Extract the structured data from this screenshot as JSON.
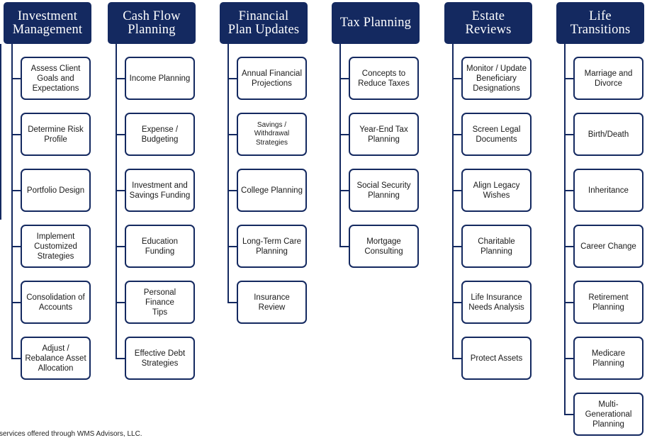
{
  "columns": [
    {
      "title": "Investment\nManagement",
      "items": [
        "Assess Client\nGoals and\nExpectations",
        "Determine Risk\nProfile",
        "Portfolio Design",
        "Implement\nCustomized\nStrategies",
        "Consolidation of\nAccounts",
        "Adjust /\nRebalance Asset\nAllocation"
      ]
    },
    {
      "title": "Cash Flow\nPlanning",
      "items": [
        "Income Planning",
        "Expense /\nBudgeting",
        "Investment and\nSavings Funding",
        "Education\nFunding",
        "Personal Finance\nTips",
        "Effective Debt\nStrategies"
      ]
    },
    {
      "title": "Financial\nPlan Updates",
      "items": [
        "Annual Financial\nProjections",
        "Savings /\nWithdrawal\nStrategies",
        "College Planning",
        "Long-Term Care\nPlanning",
        "Insurance Review"
      ]
    },
    {
      "title": "Tax Planning",
      "items": [
        "Concepts to\nReduce Taxes",
        "Year-End Tax\nPlanning",
        "Social Security\nPlanning",
        "Mortgage\nConsulting"
      ]
    },
    {
      "title": "Estate\nReviews",
      "items": [
        "Monitor / Update\nBeneficiary\nDesignations",
        "Screen Legal\nDocuments",
        "Align Legacy\nWishes",
        "Charitable\nPlanning",
        "Life Insurance\nNeeds Analysis",
        "Protect Assets"
      ]
    },
    {
      "title": "Life\nTransitions",
      "items": [
        "Marriage and\nDivorce",
        "Birth/Death",
        "Inheritance",
        "Career Change",
        "Retirement\nPlanning",
        "Medicare\nPlanning",
        "Multi-\nGenerational\nPlanning"
      ]
    }
  ],
  "footer": "services offered through WMS Advisors, LLC."
}
